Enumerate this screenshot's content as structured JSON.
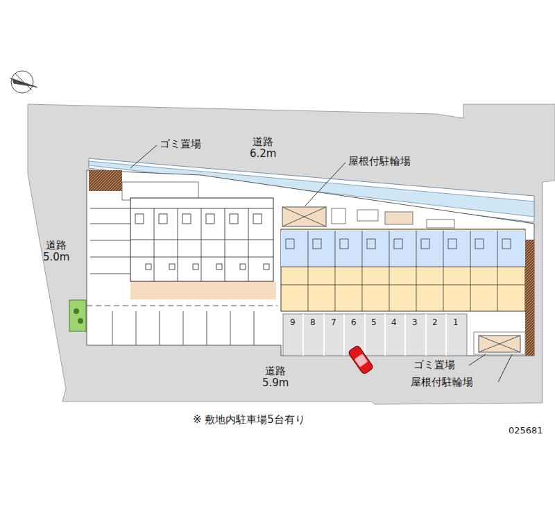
{
  "diagram": {
    "labels": [
      "ゴミ置場",
      "道路 6.2m",
      "屋根付駐輪場",
      "道路 5.0m",
      "9",
      "8",
      "7",
      "6",
      "5",
      "4",
      "3",
      "2",
      "1",
      "ゴミ置場",
      "屋根付駐輪場",
      "道路 5.9m",
      "※ 敷地内駐車場5台有り",
      "025681"
    ]
  }
}
